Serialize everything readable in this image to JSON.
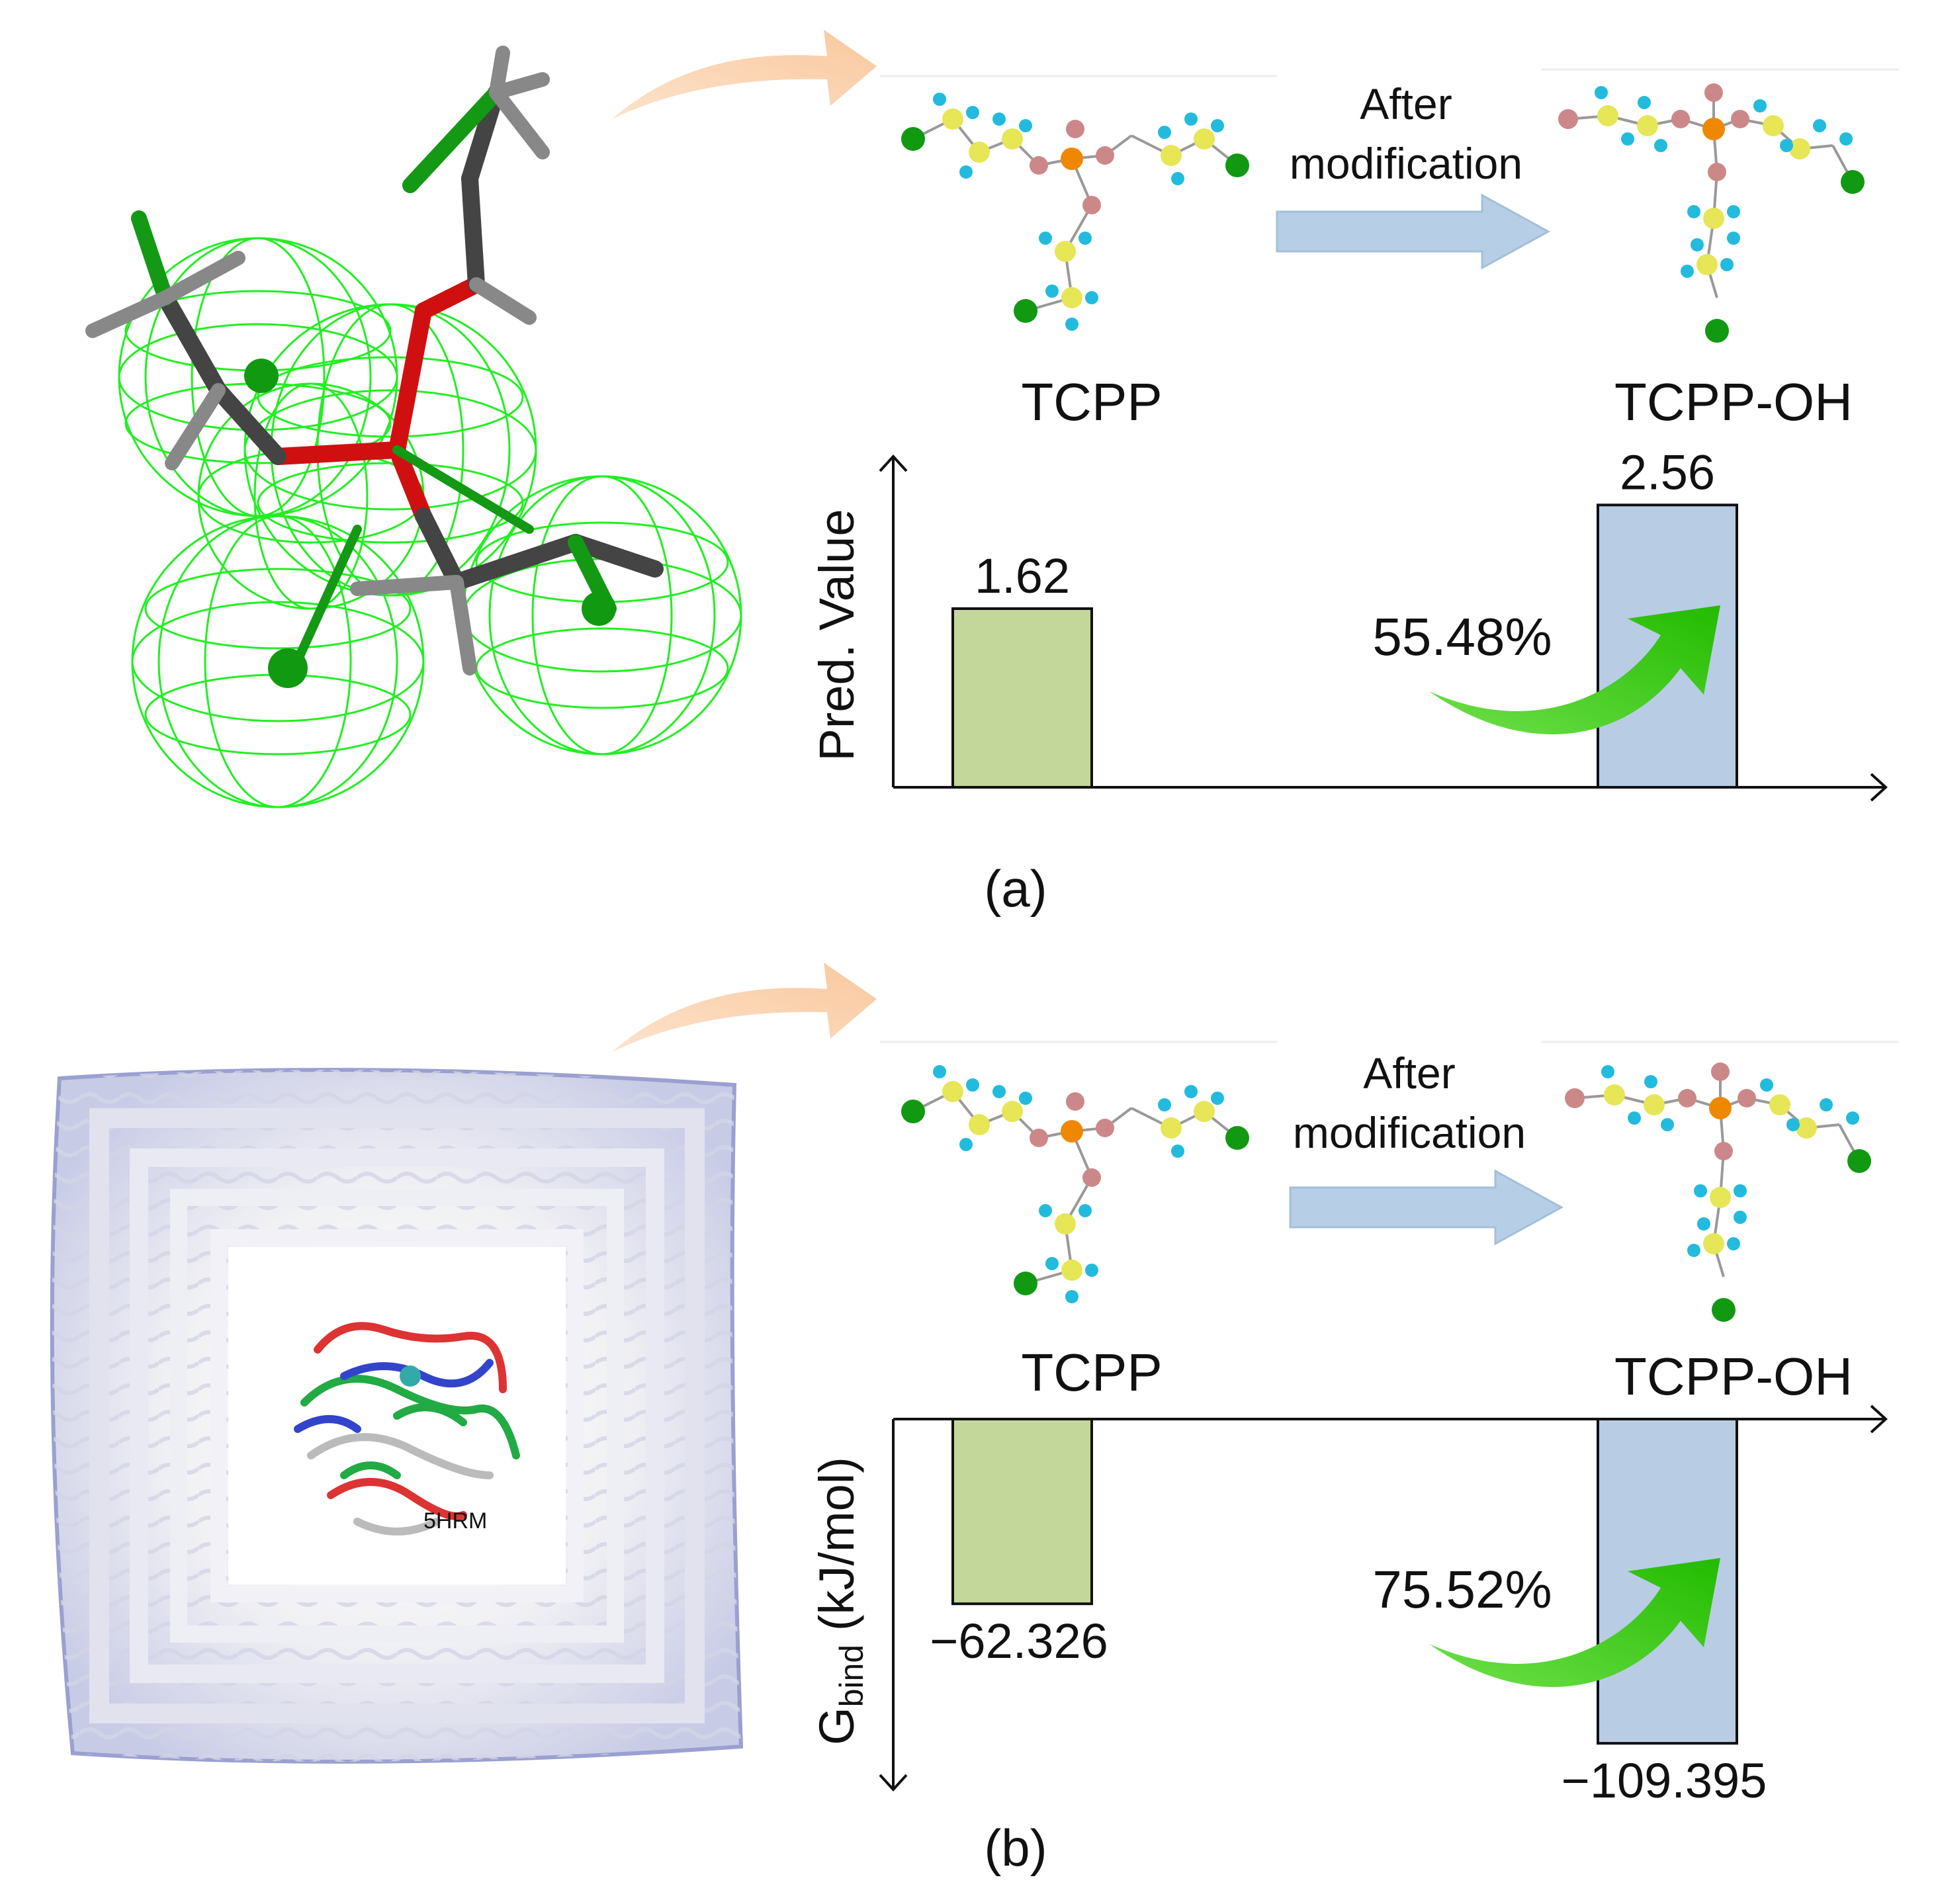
{
  "panel_a": {
    "label": "(a)",
    "molecule_left": "TCPP",
    "molecule_right": "TCPP-OH",
    "transform_label_line1": "After",
    "transform_label_line2": "modification",
    "increase_label": "55.48%"
  },
  "panel_b": {
    "label": "(b)",
    "molecule_left": "TCPP",
    "molecule_right": "TCPP-OH",
    "transform_label_line1": "After",
    "transform_label_line2": "modification",
    "increase_label": "75.52%",
    "protein_label": "5HRM",
    "ylabel_main": "G",
    "ylabel_sub": "bind",
    "ylabel_unit": " (kJ/mol)"
  },
  "colors": {
    "bar_tcpp": "#c4d79b",
    "bar_tcpp_oh": "#b8cce4",
    "increase_arrow": "#33cc11",
    "transform_arrow": "#b7cfe6",
    "curved_arrow": "#fcd5b5",
    "pharmacophore_mesh": "#22ee22"
  },
  "chart_data": [
    {
      "type": "bar",
      "categories": [
        "TCPP",
        "TCPP-OH"
      ],
      "values": [
        1.62,
        2.56
      ],
      "value_labels": [
        "1.62",
        "2.56"
      ],
      "ylabel": "Pred. Value",
      "xlabel": "",
      "ylim": [
        0,
        3.0
      ],
      "grid": false,
      "annotation": "55.48%"
    },
    {
      "type": "bar",
      "categories": [
        "TCPP",
        "TCPP-OH"
      ],
      "values": [
        -62.326,
        -109.395
      ],
      "value_labels": [
        "−62.326",
        "−109.395"
      ],
      "ylabel": "Gbind (kJ/mol)",
      "xlabel": "",
      "ylim": [
        -125,
        0
      ],
      "grid": false,
      "annotation": "75.52%"
    }
  ]
}
